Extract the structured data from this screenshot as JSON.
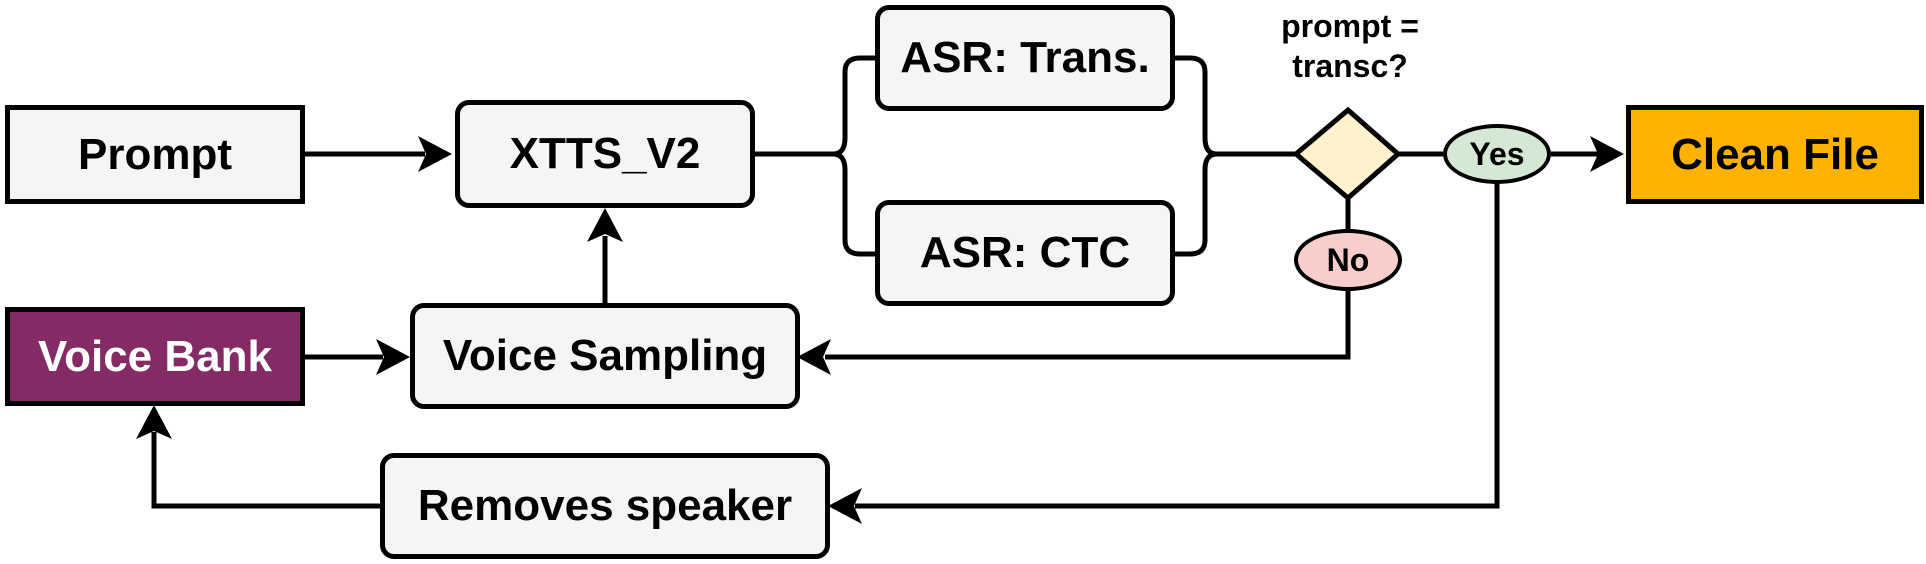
{
  "nodes": {
    "prompt": "Prompt",
    "xtts": "XTTS_V2",
    "asr_trans": "ASR: Trans.",
    "asr_ctc": "ASR: CTC",
    "clean_file": "Clean File",
    "voice_bank": "Voice Bank",
    "voice_sampling": "Voice Sampling",
    "removes_speaker": "Removes speaker"
  },
  "decision": {
    "question_line1": "prompt =",
    "question_line2": "transc?",
    "yes": "Yes",
    "no": "No"
  },
  "colors": {
    "box_fill": "#f5f5f5",
    "stroke": "#000000",
    "diamond_fill": "#fff2cc",
    "yes_fill": "#d5e8d4",
    "no_fill": "#f8cecc",
    "clean_file_fill": "#ffb300",
    "voice_bank_fill": "#842b66",
    "voice_bank_text": "#ffffff"
  }
}
